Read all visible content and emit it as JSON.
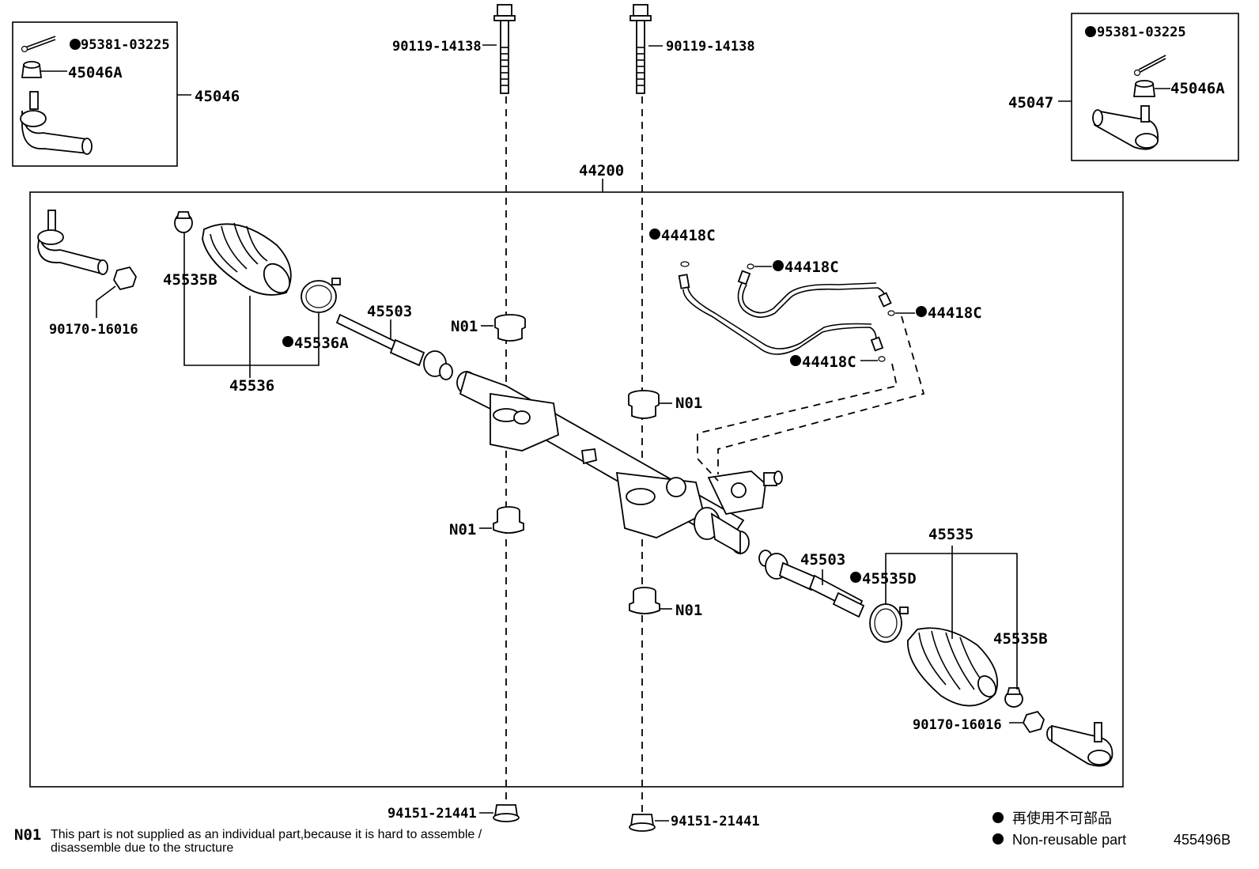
{
  "labels": {
    "cotter_pin_l": "95381-03225",
    "nut_l": "45046A",
    "tie_rod_end_assy_l": "45046",
    "bolt_1": "90119-14138",
    "bolt_2": "90119-14138",
    "cotter_pin_r": "95381-03225",
    "nut_r": "45046A",
    "tie_rod_end_assy_r": "45047",
    "rack_assy": "44200",
    "clamp_l": "45535B",
    "boot_l": "45536",
    "band_l": "45536A",
    "tie_rod_l": "45503",
    "locknut_l": "90170-16016",
    "n01_upper_l": "N01",
    "n01_upper_r": "N01",
    "n01_lower_l": "N01",
    "n01_lower_r": "N01",
    "oring_1": "44418C",
    "oring_2": "44418C",
    "oring_3": "44418C",
    "oring_4": "44418C",
    "boot_r": "45535",
    "tie_rod_r": "45503",
    "band_r": "45535D",
    "clamp_r": "45535B",
    "locknut_r": "90170-16016",
    "nut_bottom_l": "94151-21441",
    "nut_bottom_r": "94151-21441"
  },
  "footnote": {
    "code": "N01",
    "line1": "This part is not supplied as an individual part,because it is hard to assemble /",
    "line2": "disassemble due to the structure"
  },
  "legend": {
    "jp": "再使用不可部品",
    "en": "Non-reusable part"
  },
  "diagram_id": "455496B"
}
